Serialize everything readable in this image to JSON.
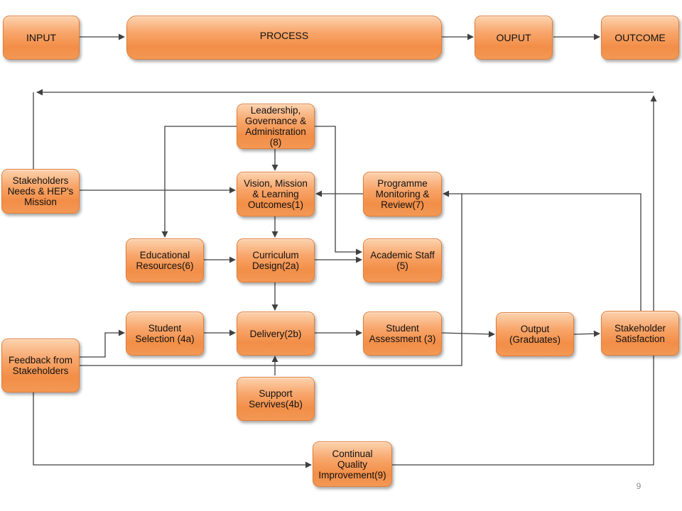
{
  "top_flow": {
    "input": "INPUT",
    "process": "PROCESS",
    "output": "OUPUT",
    "outcome": "OUTCOME"
  },
  "nodes": {
    "leadership": "Leadership,\nGovernance &\nAdministration\n(8)",
    "vision": "Vision, Mission\n& Learning\nOutcomes(1)",
    "programme_monitoring": "Programme\nMonitoring &\nReview(7)",
    "stakeholders_needs": "Stakeholders\nNeeds & HEP's\nMission",
    "educational_resources": "Educational\nResources(6)",
    "curriculum_design": "Curriculum\nDesign(2a)",
    "academic_staff": "Academic Staff\n(5)",
    "student_selection": "Student\nSelection (4a)",
    "delivery": "Delivery(2b)",
    "student_assessment": "Student\nAssessment (3)",
    "output_graduates": "Output\n(Graduates)",
    "stakeholder_satisfaction": "Stakeholder\nSatisfaction",
    "feedback": "Feedback from\nStakeholders",
    "support_services": "Support\nServives(4b)",
    "continual_quality": "Continual\nQuality\nImprovement(9)"
  },
  "page_number": "9"
}
